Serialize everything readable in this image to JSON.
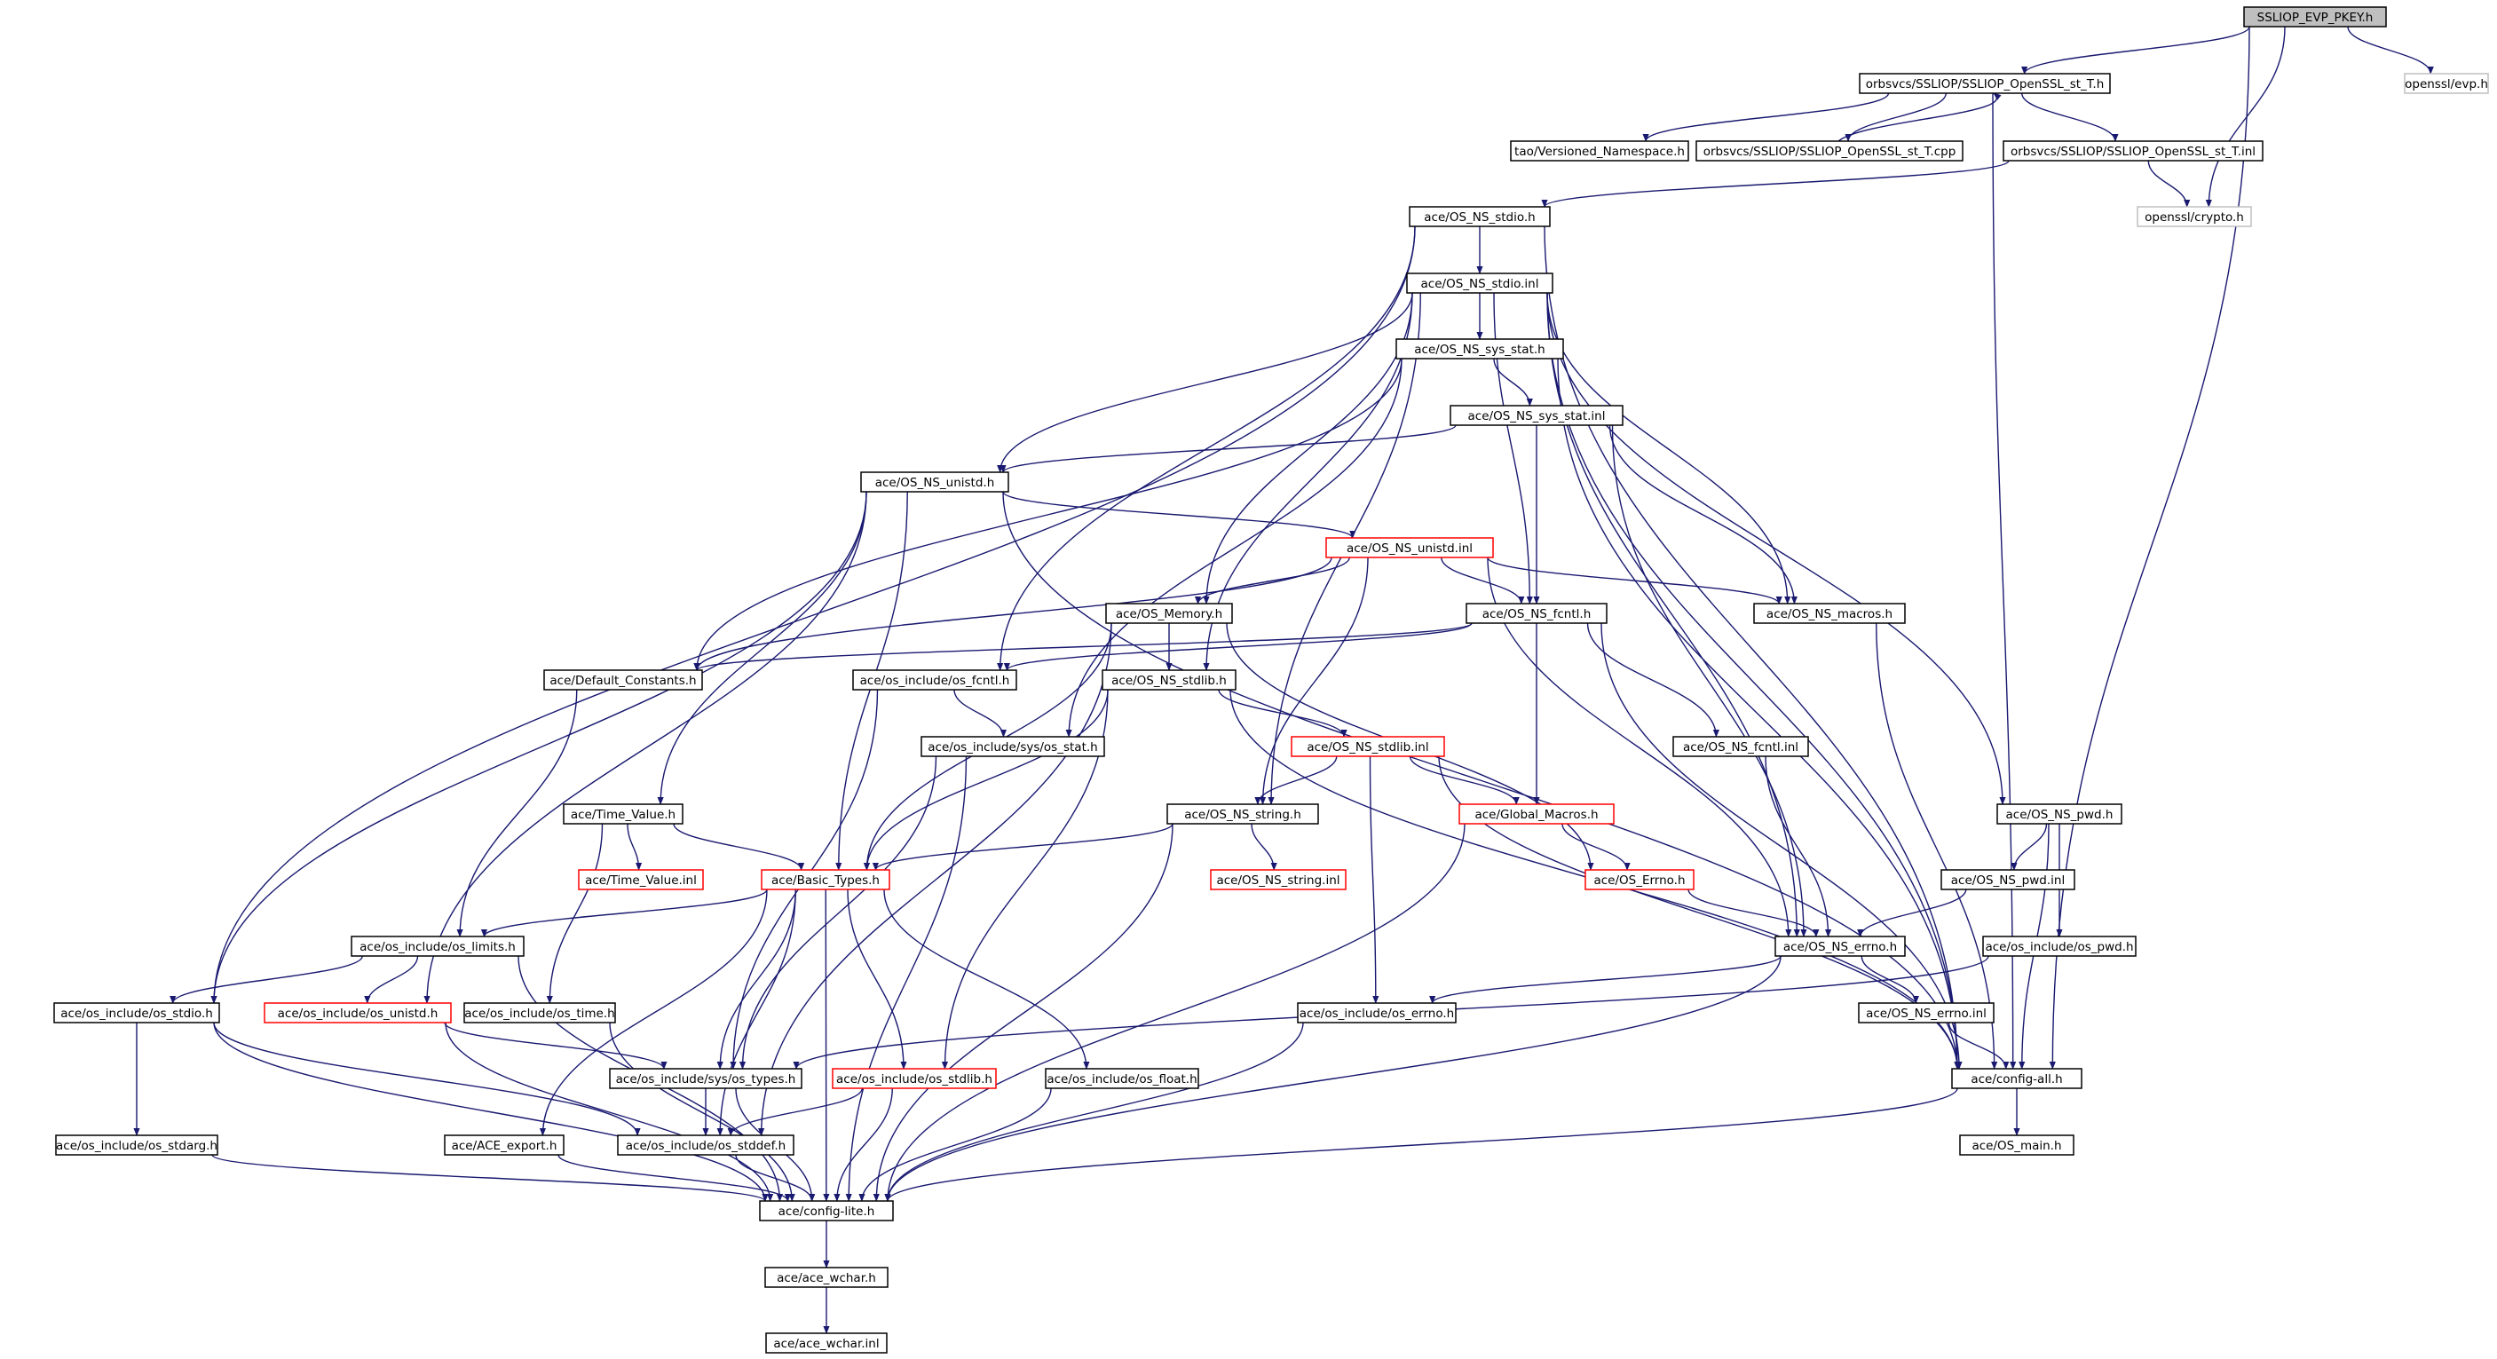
{
  "colors": {
    "edge": "#191970",
    "normal_border": "#000000",
    "truncated_border": "#ff0000",
    "external_border": "#bfbfbf",
    "root_fill": "#bfbfbf",
    "fill": "#ffffff"
  },
  "nodes": [
    {
      "id": "root",
      "label": "SSLIOP_EVP_PKEY.h",
      "style": "root"
    },
    {
      "id": "n_ost_h",
      "label": "orbsvcs/SSLIOP/SSLIOP_OpenSSL_st_T.h",
      "style": "normal"
    },
    {
      "id": "n_evp",
      "label": "openssl/evp.h",
      "style": "external"
    },
    {
      "id": "n_vns",
      "label": "tao/Versioned_Namespace.h",
      "style": "normal"
    },
    {
      "id": "n_ost_cpp",
      "label": "orbsvcs/SSLIOP/SSLIOP_OpenSSL_st_T.cpp",
      "style": "normal"
    },
    {
      "id": "n_ost_inl",
      "label": "orbsvcs/SSLIOP/SSLIOP_OpenSSL_st_T.inl",
      "style": "normal"
    },
    {
      "id": "n_crypto",
      "label": "openssl/crypto.h",
      "style": "external"
    },
    {
      "id": "n_stdio_h",
      "label": "ace/OS_NS_stdio.h",
      "style": "normal"
    },
    {
      "id": "n_stdio_inl",
      "label": "ace/OS_NS_stdio.inl",
      "style": "normal"
    },
    {
      "id": "n_sysstat_h",
      "label": "ace/OS_NS_sys_stat.h",
      "style": "normal"
    },
    {
      "id": "n_sysstat_inl",
      "label": "ace/OS_NS_sys_stat.inl",
      "style": "normal"
    },
    {
      "id": "n_unistd_h",
      "label": "ace/OS_NS_unistd.h",
      "style": "normal"
    },
    {
      "id": "n_unistd_inl",
      "label": "ace/OS_NS_unistd.inl",
      "style": "truncated"
    },
    {
      "id": "n_memory",
      "label": "ace/OS_Memory.h",
      "style": "normal"
    },
    {
      "id": "n_fcntl_h",
      "label": "ace/OS_NS_fcntl.h",
      "style": "normal"
    },
    {
      "id": "n_macros",
      "label": "ace/OS_NS_macros.h",
      "style": "normal"
    },
    {
      "id": "n_defconst",
      "label": "ace/Default_Constants.h",
      "style": "normal"
    },
    {
      "id": "n_osi_fcntl",
      "label": "ace/os_include/os_fcntl.h",
      "style": "normal"
    },
    {
      "id": "n_stdlib_h",
      "label": "ace/OS_NS_stdlib.h",
      "style": "normal"
    },
    {
      "id": "n_sys_stat",
      "label": "ace/os_include/sys/os_stat.h",
      "style": "normal"
    },
    {
      "id": "n_stdlib_inl",
      "label": "ace/OS_NS_stdlib.inl",
      "style": "truncated"
    },
    {
      "id": "n_fcntl_inl",
      "label": "ace/OS_NS_fcntl.inl",
      "style": "normal"
    },
    {
      "id": "n_timevalue_h",
      "label": "ace/Time_Value.h",
      "style": "normal"
    },
    {
      "id": "n_string_h",
      "label": "ace/OS_NS_string.h",
      "style": "normal"
    },
    {
      "id": "n_globalmacros",
      "label": "ace/Global_Macros.h",
      "style": "truncated"
    },
    {
      "id": "n_pwd_h",
      "label": "ace/OS_NS_pwd.h",
      "style": "normal"
    },
    {
      "id": "n_timevalue_inl",
      "label": "ace/Time_Value.inl",
      "style": "truncated"
    },
    {
      "id": "n_basictypes",
      "label": "ace/Basic_Types.h",
      "style": "truncated"
    },
    {
      "id": "n_string_inl",
      "label": "ace/OS_NS_string.inl",
      "style": "truncated"
    },
    {
      "id": "n_oserrno",
      "label": "ace/OS_Errno.h",
      "style": "truncated"
    },
    {
      "id": "n_pwd_inl",
      "label": "ace/OS_NS_pwd.inl",
      "style": "normal"
    },
    {
      "id": "n_limits",
      "label": "ace/os_include/os_limits.h",
      "style": "normal"
    },
    {
      "id": "n_errno_h",
      "label": "ace/OS_NS_errno.h",
      "style": "normal"
    },
    {
      "id": "n_osi_pwd",
      "label": "ace/os_include/os_pwd.h",
      "style": "normal"
    },
    {
      "id": "n_osi_stdio",
      "label": "ace/os_include/os_stdio.h",
      "style": "normal"
    },
    {
      "id": "n_osi_unistd",
      "label": "ace/os_include/os_unistd.h",
      "style": "truncated"
    },
    {
      "id": "n_osi_time",
      "label": "ace/os_include/os_time.h",
      "style": "normal"
    },
    {
      "id": "n_osi_errno",
      "label": "ace/os_include/os_errno.h",
      "style": "normal"
    },
    {
      "id": "n_errno_inl",
      "label": "ace/OS_NS_errno.inl",
      "style": "normal"
    },
    {
      "id": "n_sys_types",
      "label": "ace/os_include/sys/os_types.h",
      "style": "normal"
    },
    {
      "id": "n_osi_stdlib",
      "label": "ace/os_include/os_stdlib.h",
      "style": "truncated"
    },
    {
      "id": "n_osi_float",
      "label": "ace/os_include/os_float.h",
      "style": "normal"
    },
    {
      "id": "n_configall",
      "label": "ace/config-all.h",
      "style": "normal"
    },
    {
      "id": "n_stdarg",
      "label": "ace/os_include/os_stdarg.h",
      "style": "normal"
    },
    {
      "id": "n_aceexport",
      "label": "ace/ACE_export.h",
      "style": "normal"
    },
    {
      "id": "n_stddef",
      "label": "ace/os_include/os_stddef.h",
      "style": "normal"
    },
    {
      "id": "n_osmain",
      "label": "ace/OS_main.h",
      "style": "normal"
    },
    {
      "id": "n_configlite",
      "label": "ace/config-lite.h",
      "style": "normal"
    },
    {
      "id": "n_wchar_h",
      "label": "ace/ace_wchar.h",
      "style": "normal"
    },
    {
      "id": "n_wchar_inl",
      "label": "ace/ace_wchar.inl",
      "style": "normal"
    }
  ],
  "edges": [
    [
      "root",
      "n_ost_h"
    ],
    [
      "root",
      "n_evp"
    ],
    [
      "root",
      "n_crypto"
    ],
    [
      "root",
      "n_configall"
    ],
    [
      "n_ost_h",
      "n_vns"
    ],
    [
      "n_ost_h",
      "n_ost_cpp"
    ],
    [
      "n_ost_cpp",
      "n_ost_h"
    ],
    [
      "n_ost_h",
      "n_ost_inl"
    ],
    [
      "n_ost_h",
      "n_configall"
    ],
    [
      "n_ost_inl",
      "n_crypto"
    ],
    [
      "n_ost_inl",
      "n_stdio_h"
    ],
    [
      "n_stdio_h",
      "n_stdio_inl"
    ],
    [
      "n_stdio_h",
      "n_osi_stdio"
    ],
    [
      "n_stdio_h",
      "n_osi_fcntl"
    ],
    [
      "n_stdio_h",
      "n_configall"
    ],
    [
      "n_stdio_inl",
      "n_sysstat_h"
    ],
    [
      "n_stdio_inl",
      "n_unistd_h"
    ],
    [
      "n_stdio_inl",
      "n_memory"
    ],
    [
      "n_stdio_inl",
      "n_stdlib_h"
    ],
    [
      "n_stdio_inl",
      "n_string_h"
    ],
    [
      "n_stdio_inl",
      "n_fcntl_h"
    ],
    [
      "n_stdio_inl",
      "n_macros"
    ],
    [
      "n_stdio_inl",
      "n_errno_h"
    ],
    [
      "n_stdio_inl",
      "n_pwd_h"
    ],
    [
      "n_stdio_inl",
      "n_configall"
    ],
    [
      "n_sysstat_h",
      "n_sysstat_inl"
    ],
    [
      "n_sysstat_h",
      "n_defconst"
    ],
    [
      "n_sysstat_h",
      "n_sys_stat"
    ],
    [
      "n_sysstat_h",
      "n_configall"
    ],
    [
      "n_sysstat_inl",
      "n_unistd_h"
    ],
    [
      "n_sysstat_inl",
      "n_fcntl_h"
    ],
    [
      "n_sysstat_inl",
      "n_macros"
    ],
    [
      "n_sysstat_inl",
      "n_errno_h"
    ],
    [
      "n_unistd_h",
      "n_unistd_inl"
    ],
    [
      "n_unistd_h",
      "n_timevalue_h"
    ],
    [
      "n_unistd_h",
      "n_basictypes"
    ],
    [
      "n_unistd_h",
      "n_osi_unistd"
    ],
    [
      "n_unistd_h",
      "n_osi_stdio"
    ],
    [
      "n_unistd_h",
      "n_configall"
    ],
    [
      "n_unistd_inl",
      "n_defconst"
    ],
    [
      "n_unistd_inl",
      "n_memory"
    ],
    [
      "n_unistd_inl",
      "n_fcntl_h"
    ],
    [
      "n_unistd_inl",
      "n_macros"
    ],
    [
      "n_unistd_inl",
      "n_string_h"
    ],
    [
      "n_unistd_inl",
      "n_errno_h"
    ],
    [
      "n_memory",
      "n_stdlib_h"
    ],
    [
      "n_memory",
      "n_basictypes"
    ],
    [
      "n_memory",
      "n_stddef"
    ],
    [
      "n_memory",
      "n_oserrno"
    ],
    [
      "n_fcntl_h",
      "n_defconst"
    ],
    [
      "n_fcntl_h",
      "n_osi_fcntl"
    ],
    [
      "n_fcntl_h",
      "n_globalmacros"
    ],
    [
      "n_fcntl_h",
      "n_fcntl_inl"
    ],
    [
      "n_fcntl_h",
      "n_configall"
    ],
    [
      "n_macros",
      "n_configall"
    ],
    [
      "n_defconst",
      "n_limits"
    ],
    [
      "n_osi_fcntl",
      "n_sys_stat"
    ],
    [
      "n_osi_fcntl",
      "n_sys_types"
    ],
    [
      "n_stdlib_h",
      "n_stdlib_inl"
    ],
    [
      "n_stdlib_h",
      "n_basictypes"
    ],
    [
      "n_stdlib_h",
      "n_osi_stdlib"
    ],
    [
      "n_stdlib_h",
      "n_configall"
    ],
    [
      "n_sys_stat",
      "n_sys_types"
    ],
    [
      "n_sys_stat",
      "n_configlite"
    ],
    [
      "n_stdlib_inl",
      "n_string_h"
    ],
    [
      "n_stdlib_inl",
      "n_globalmacros"
    ],
    [
      "n_stdlib_inl",
      "n_osi_errno"
    ],
    [
      "n_stdlib_inl",
      "n_configall"
    ],
    [
      "n_fcntl_inl",
      "n_errno_h"
    ],
    [
      "n_timevalue_h",
      "n_timevalue_inl"
    ],
    [
      "n_timevalue_h",
      "n_basictypes"
    ],
    [
      "n_timevalue_h",
      "n_osi_time"
    ],
    [
      "n_string_h",
      "n_string_inl"
    ],
    [
      "n_string_h",
      "n_basictypes"
    ],
    [
      "n_string_h",
      "n_configlite"
    ],
    [
      "n_globalmacros",
      "n_oserrno"
    ],
    [
      "n_globalmacros",
      "n_configlite"
    ],
    [
      "n_oserrno",
      "n_errno_h"
    ],
    [
      "n_pwd_h",
      "n_pwd_inl"
    ],
    [
      "n_pwd_h",
      "n_osi_pwd"
    ],
    [
      "n_pwd_h",
      "n_configall"
    ],
    [
      "n_pwd_inl",
      "n_errno_h"
    ],
    [
      "n_osi_pwd",
      "n_sys_types"
    ],
    [
      "n_basictypes",
      "n_limits"
    ],
    [
      "n_basictypes",
      "n_sys_types"
    ],
    [
      "n_basictypes",
      "n_osi_stdlib"
    ],
    [
      "n_basictypes",
      "n_osi_float"
    ],
    [
      "n_basictypes",
      "n_aceexport"
    ],
    [
      "n_basictypes",
      "n_stddef"
    ],
    [
      "n_basictypes",
      "n_configlite"
    ],
    [
      "n_limits",
      "n_osi_unistd"
    ],
    [
      "n_limits",
      "n_osi_stdio"
    ],
    [
      "n_limits",
      "n_configlite"
    ],
    [
      "n_errno_h",
      "n_errno_inl"
    ],
    [
      "n_errno_h",
      "n_osi_errno"
    ],
    [
      "n_errno_h",
      "n_configlite"
    ],
    [
      "n_osi_stdio",
      "n_stdarg"
    ],
    [
      "n_osi_stdio",
      "n_stddef"
    ],
    [
      "n_osi_stdio",
      "n_configlite"
    ],
    [
      "n_osi_unistd",
      "n_sys_types"
    ],
    [
      "n_osi_unistd",
      "n_configlite"
    ],
    [
      "n_osi_time",
      "n_configlite"
    ],
    [
      "n_osi_errno",
      "n_configlite"
    ],
    [
      "n_errno_inl",
      "n_configall"
    ],
    [
      "n_sys_types",
      "n_stddef"
    ],
    [
      "n_sys_types",
      "n_configlite"
    ],
    [
      "n_osi_stdlib",
      "n_stddef"
    ],
    [
      "n_osi_stdlib",
      "n_configlite"
    ],
    [
      "n_osi_float",
      "n_configlite"
    ],
    [
      "n_configall",
      "n_osmain"
    ],
    [
      "n_configall",
      "n_configlite"
    ],
    [
      "n_stdarg",
      "n_configlite"
    ],
    [
      "n_aceexport",
      "n_configlite"
    ],
    [
      "n_stddef",
      "n_configlite"
    ],
    [
      "n_configlite",
      "n_wchar_h"
    ],
    [
      "n_wchar_h",
      "n_wchar_inl"
    ]
  ]
}
